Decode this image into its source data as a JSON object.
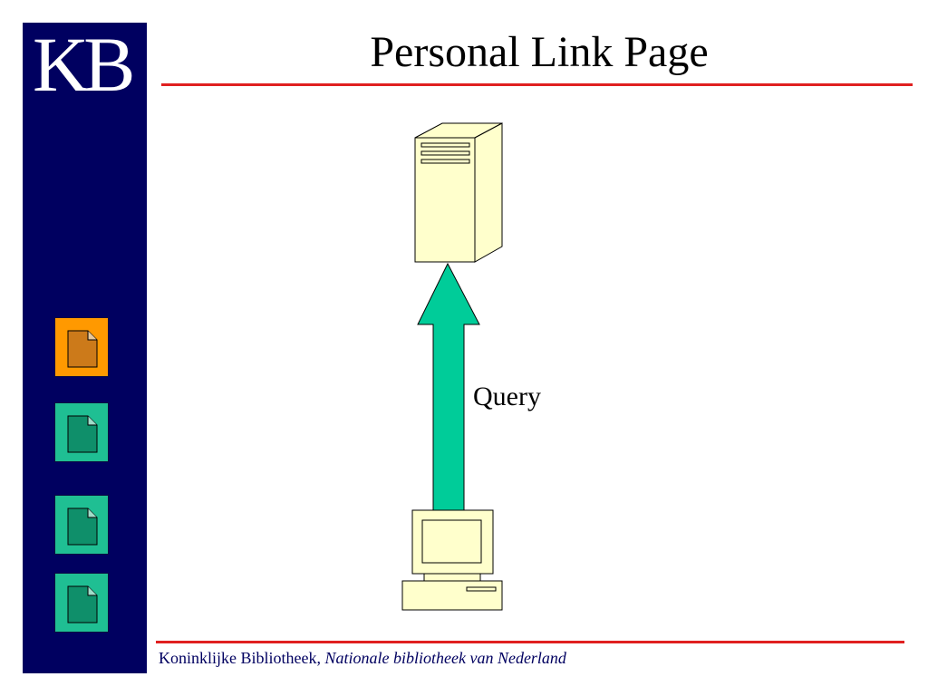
{
  "logo": "KB",
  "title": "Personal Link Page",
  "footer": {
    "org": "Koninklijke Bibliotheek, ",
    "subtitle": "Nationale bibliotheek van Nederland"
  },
  "diagram": {
    "arrow_label": "Query"
  },
  "colors": {
    "sidebar": "#000060",
    "accent_red": "#e02020",
    "arrow_green": "#00cc99",
    "device_fill": "#ffffcc",
    "nav_active": "#ff9900",
    "nav_inactive": "#1fbf93"
  },
  "nav": [
    {
      "state": "active",
      "icon": "document-icon"
    },
    {
      "state": "inactive",
      "icon": "document-icon"
    },
    {
      "state": "inactive",
      "icon": "document-icon"
    },
    {
      "state": "inactive",
      "icon": "document-icon"
    }
  ]
}
